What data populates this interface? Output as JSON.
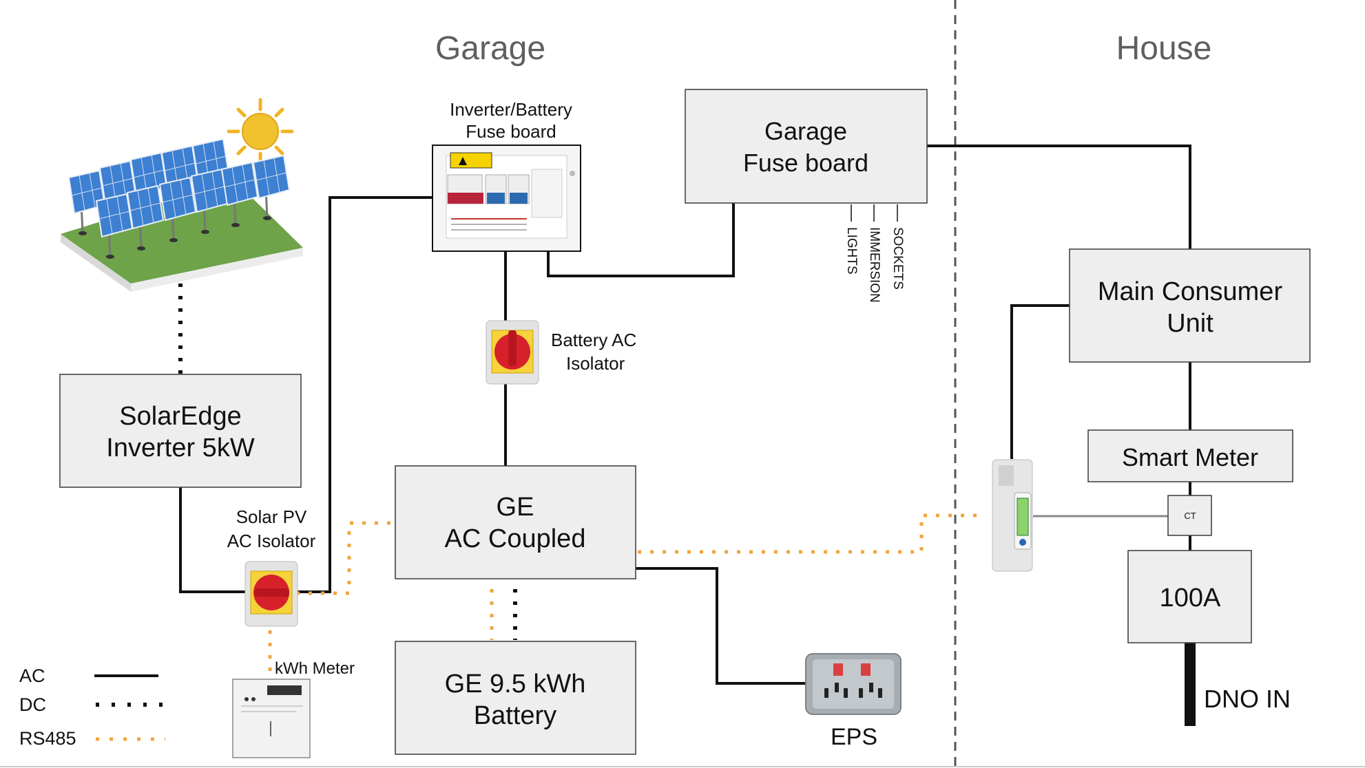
{
  "sections": {
    "garage": "Garage",
    "house": "House"
  },
  "boxes": {
    "inverter_battery_fuse_board": [
      "Inverter/Battery",
      "Fuse board"
    ],
    "garage_fuse_board": [
      "Garage",
      "Fuse board"
    ],
    "solaredge_inverter": [
      "SolarEdge",
      "Inverter 5kW"
    ],
    "ge_ac_coupled": [
      "GE",
      "AC Coupled"
    ],
    "ge_battery": [
      "GE 9.5 kWh",
      "Battery"
    ],
    "main_consumer_unit": [
      "Main Consumer",
      "Unit"
    ],
    "smart_meter": "Smart Meter",
    "ct": "CT",
    "main_fuse": "100A"
  },
  "labels": {
    "battery_ac_isolator": [
      "Battery AC",
      "Isolator"
    ],
    "solar_pv_ac_isolator": [
      "Solar PV",
      "AC Isolator"
    ],
    "kwh_meter": "kWh Meter",
    "eps": "EPS",
    "dno_in": "DNO IN"
  },
  "circuits": [
    "LIGHTS",
    "IMMERSION",
    "SOCKETS"
  ],
  "legend": [
    {
      "label": "AC",
      "style": "solid"
    },
    {
      "label": "DC",
      "style": "dotted"
    },
    {
      "label": "RS485",
      "style": "orange-dotted"
    }
  ],
  "colors": {
    "ac_line": "#111111",
    "rs485_line": "#f0a640",
    "box_fill": "#eeeeee",
    "section_text": "#5f5f5f"
  },
  "icons": [
    "solar-panel-array-icon",
    "sun-icon",
    "isolator-switch-icon",
    "fuse-board-photo-icon",
    "kwh-meter-icon",
    "din-rail-meter-icon",
    "uk-double-socket-icon"
  ]
}
